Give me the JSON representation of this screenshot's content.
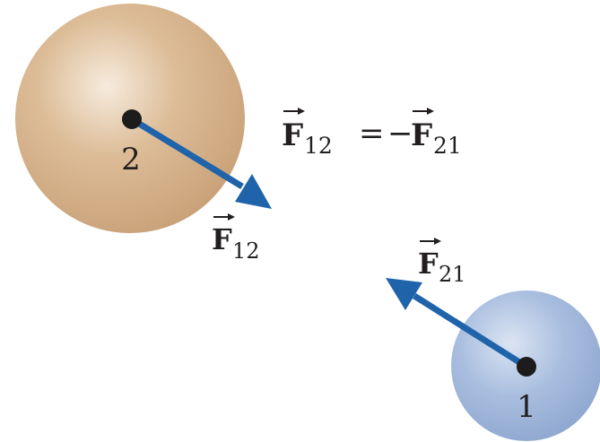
{
  "particles": [
    {
      "label": "2",
      "color": "#d2ad85"
    },
    {
      "label": "1",
      "color": "#9db3d6"
    }
  ],
  "forces": [
    {
      "symbol": "F",
      "subscript": "12",
      "color": "#1f63aa"
    },
    {
      "symbol": "F",
      "subscript": "21",
      "color": "#1f63aa"
    }
  ],
  "equation": {
    "lhs_symbol": "F",
    "lhs_subscript": "12",
    "operator": "=",
    "sign": "−",
    "rhs_symbol": "F",
    "rhs_subscript": "21"
  }
}
